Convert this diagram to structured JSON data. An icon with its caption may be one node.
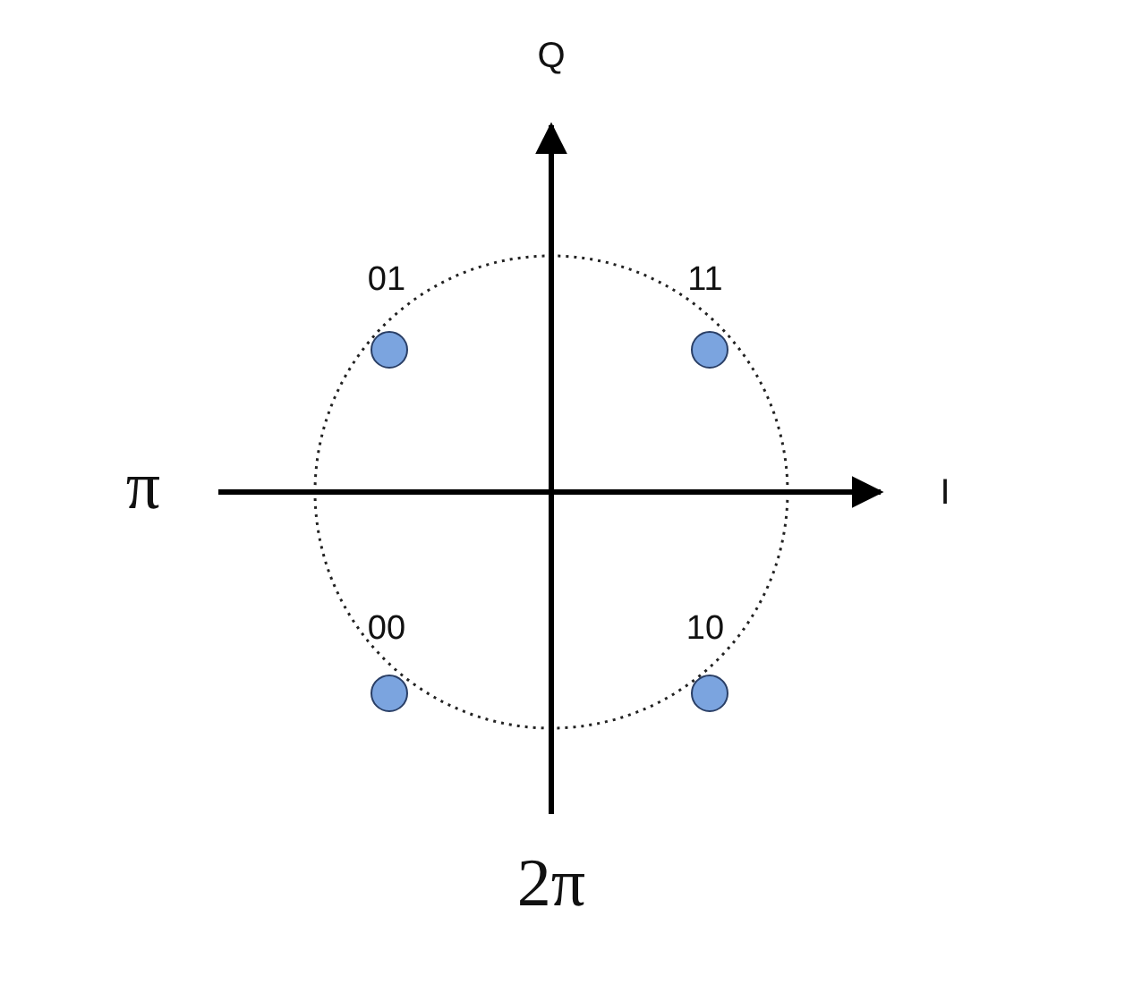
{
  "diagram": {
    "nodes": [
      {
        "text": [],
        "shape": "circle",
        "beside": [
          "01"
        ]
      },
      {
        "text": [],
        "shape": "circle",
        "beside": [
          "11"
        ]
      },
      {
        "text": [],
        "shape": "circle",
        "beside": [
          "00"
        ]
      },
      {
        "text": [],
        "shape": "circle",
        "beside": [
          "10"
        ]
      }
    ],
    "labels": [
      "Q",
      "π",
      "I",
      "2π"
    ]
  }
}
